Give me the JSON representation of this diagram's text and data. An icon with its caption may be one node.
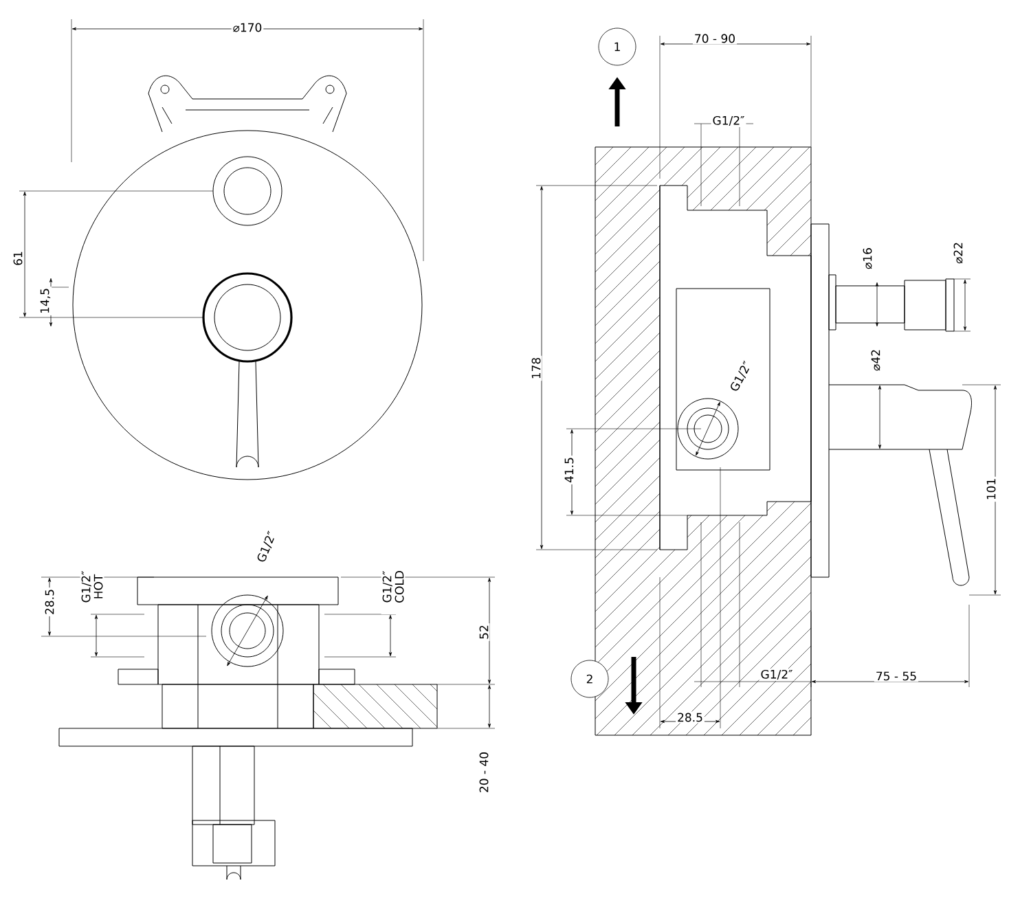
{
  "diagram": {
    "nodes": [
      {
        "text": [
          "1"
        ]
      },
      {
        "text": [
          "2"
        ]
      }
    ],
    "labels": [
      "⌀170",
      "61",
      "14,5",
      "G1/2″ HOT",
      "G1/2″",
      "G1/2″ COLD",
      "28.5",
      "52",
      "20 - 40",
      "70 - 90",
      "G1/2″",
      "178",
      "⌀16",
      "⌀22",
      "G1/2″",
      "⌀42",
      "41.5",
      "101",
      "G1/2″",
      "75 - 55",
      "28.5"
    ]
  }
}
